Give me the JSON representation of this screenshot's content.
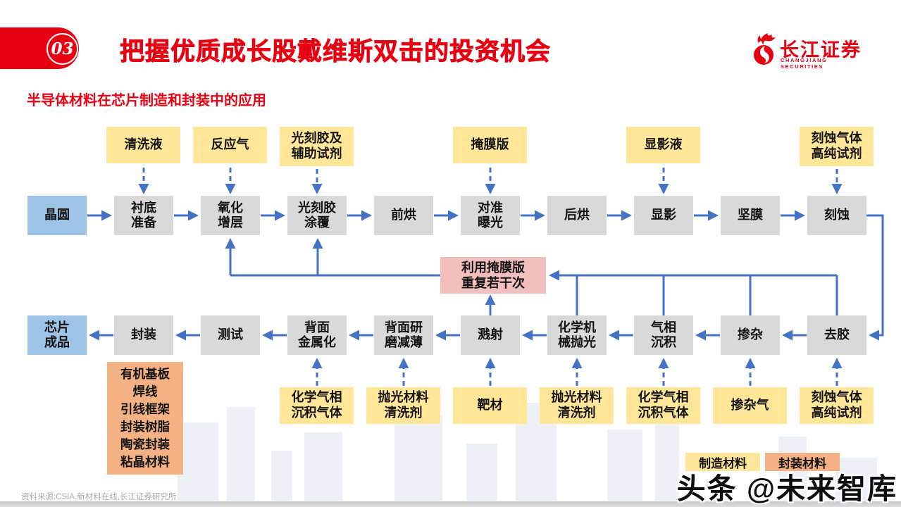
{
  "header": {
    "badge": "03",
    "title": "把握优质成长股戴维斯双击的投资机会",
    "logo_cn": "长江证券",
    "logo_en": "CHANGJIANG SECURITIES"
  },
  "subtitle": "半导体材料在芯片制造和封装中的应用",
  "diagram": {
    "top_materials": [
      "清洗液",
      "反应气",
      "光刻胶及\n辅助试剂",
      "掩膜版",
      "显影液",
      "刻蚀气体\n高纯试剂"
    ],
    "row1": [
      "晶圆",
      "衬底\n准备",
      "氧化\n增层",
      "光刻胶\n涂覆",
      "前烘",
      "对准\n曝光",
      "后烘",
      "显影",
      "坚膜",
      "刻蚀"
    ],
    "repeat_note": "利用掩膜版\n重复若干次",
    "row2": [
      "芯片\n成品",
      "封装",
      "测试",
      "背面\n金属化",
      "背面研\n磨减薄",
      "溅射",
      "化学机\n械抛光",
      "气相\n沉积",
      "掺杂",
      "去胶"
    ],
    "packaging_materials": "有机基板\n焊线\n引线框架\n封装树脂\n陶瓷封装\n粘晶材料",
    "bottom_materials": [
      "化学气相\n沉积气体",
      "抛光材料\n清洗剂",
      "靶材",
      "抛光材料\n清洗剂",
      "化学气相\n沉积气体",
      "掺杂气",
      "刻蚀气体\n高纯试剂"
    ]
  },
  "legend": {
    "manufacturing": "制造材料",
    "packaging": "封装材料"
  },
  "watermark": "头条 @未来智库",
  "source": "资料来源:CSIA,新材料在线,长江证券研究所",
  "colors": {
    "accent_red": "#e60012",
    "arrow_blue": "#4472c4",
    "process_gray": "#d9d9d9",
    "node_blue": "#9dc3e6",
    "material_yellow": "#ffe699",
    "packaging_orange": "#f4b183",
    "repeat_pink": "#f2bebe"
  }
}
